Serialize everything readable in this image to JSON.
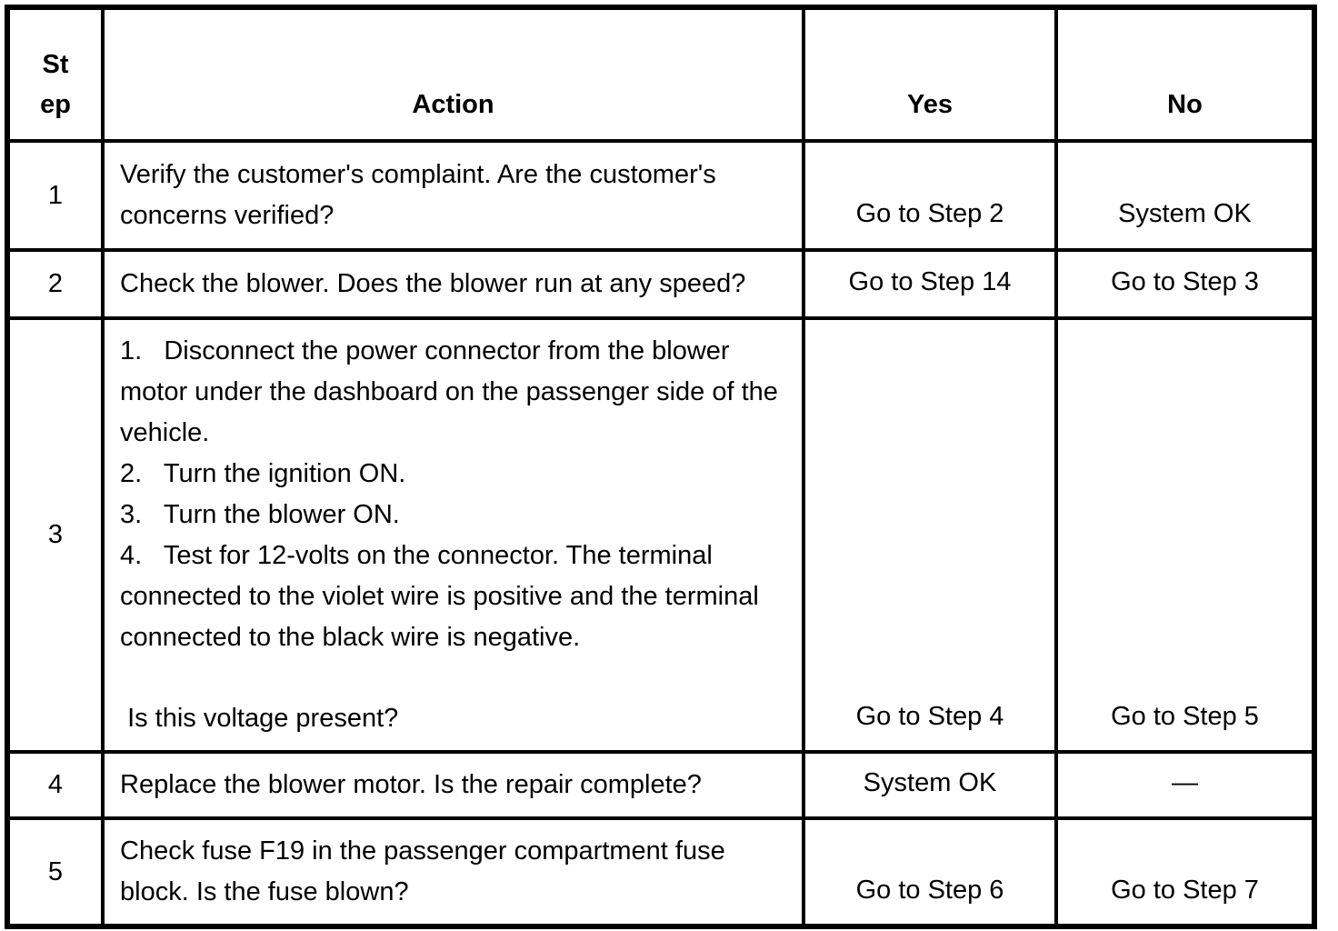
{
  "table": {
    "headers": {
      "step": "St\nep",
      "action": "Action",
      "yes": "Yes",
      "no": "No"
    },
    "rows": [
      {
        "step": "1",
        "action": "Verify the customer's complaint. Are the customer's concerns verified?",
        "yes": "Go to Step 2",
        "no": "System OK"
      },
      {
        "step": "2",
        "action": "Check the blower. Does the blower run at any speed?",
        "yes": "Go to Step 14",
        "no": "Go to Step 3"
      },
      {
        "step": "3",
        "action": "1.   Disconnect the power connector from the blower motor under the dashboard on the passenger side of the vehicle.\n2.   Turn the ignition ON.\n3.   Turn the blower ON.\n4.   Test for 12-volts on the connector. The terminal connected to the violet wire is positive and the terminal connected to the black wire is negative.\n\n Is this voltage present?",
        "yes": "Go to Step 4",
        "no": "Go to Step 5"
      },
      {
        "step": "4",
        "action": "Replace the blower motor. Is the repair complete?",
        "yes": "System OK",
        "no": "—"
      },
      {
        "step": "5",
        "action": "Check fuse F19 in the passenger compartment fuse block. Is the fuse blown?",
        "yes": "Go to Step 6",
        "no": "Go to Step 7"
      }
    ]
  },
  "colors": {
    "border": "#000000",
    "text": "#000000",
    "background": "#ffffff"
  }
}
